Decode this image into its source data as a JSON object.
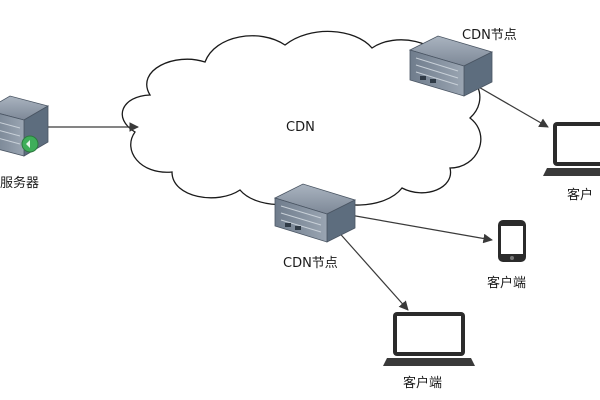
{
  "diagram": {
    "cloud_label": "CDN",
    "origin_server_label": "o服务器",
    "cdn_node_top_label": "CDN节点",
    "cdn_node_center_label": "CDN节点",
    "client_right_label": "客户",
    "client_phone_label": "客户端",
    "client_bottom_label": "客户端"
  },
  "edges": [
    {
      "from": "origin-server",
      "to": "cloud"
    },
    {
      "from": "cdn-node-top",
      "to": "client-laptop-right"
    },
    {
      "from": "cdn-node-center",
      "to": "client-phone"
    },
    {
      "from": "cdn-node-center",
      "to": "client-laptop-bottom"
    }
  ],
  "icons": {
    "server": "server-rack-icon",
    "laptop": "laptop-icon",
    "phone": "smartphone-icon"
  },
  "colors": {
    "server_body": "#5d6d7e",
    "server_front": "#8693a3",
    "line": "#3a3a3a",
    "device_frame": "#2b2b2b",
    "screen": "#ffffff"
  }
}
